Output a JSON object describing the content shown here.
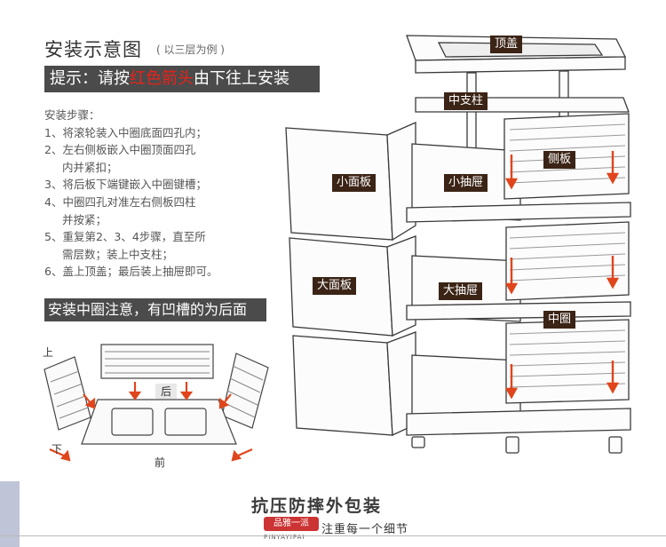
{
  "header": {
    "title": "安装示意图",
    "title_note": "( 以三层为例 )",
    "tip_prefix": "提示：请按",
    "tip_highlight": "红色箭头",
    "tip_suffix": "由下往上安装"
  },
  "steps": {
    "heading": "安装步骤：",
    "items": [
      "1、将滚轮装入中圈底面四孔内；",
      "2、左右侧板嵌入中圈顶面四孔",
      "内并紧扣；",
      "3、将后板下端键嵌入中圈键槽；",
      "4、中圈四孔对准左右侧板四柱",
      "并按紧；",
      "5、重复第2、3、4步骤，直至所",
      "需层数；装上中支柱；",
      "6、盖上顶盖；最后装上抽屉即可。"
    ]
  },
  "note": "安装中圈注意，有凹槽的为后面",
  "diagram": {
    "top_cover": "顶盖",
    "middle_post": "中支柱",
    "small_panel": "小面板",
    "small_drawer": "小抽屉",
    "side_panel": "侧板",
    "large_panel": "大面板",
    "large_drawer": "大抽屉",
    "middle_ring": "中圈",
    "back": "后",
    "top": "上",
    "bottom": "下",
    "front": "前"
  },
  "footer": {
    "title": "抗压防摔外包装",
    "brand_seal": "品雅一派",
    "brand_pinyin": "PINYAYIPAI",
    "tagline": "注重每一个细节"
  },
  "colors": {
    "arrow": "#e0451c",
    "label_bg": "#3b2416",
    "bar_bg": "#4b4b4b",
    "highlight": "#e8221a"
  }
}
